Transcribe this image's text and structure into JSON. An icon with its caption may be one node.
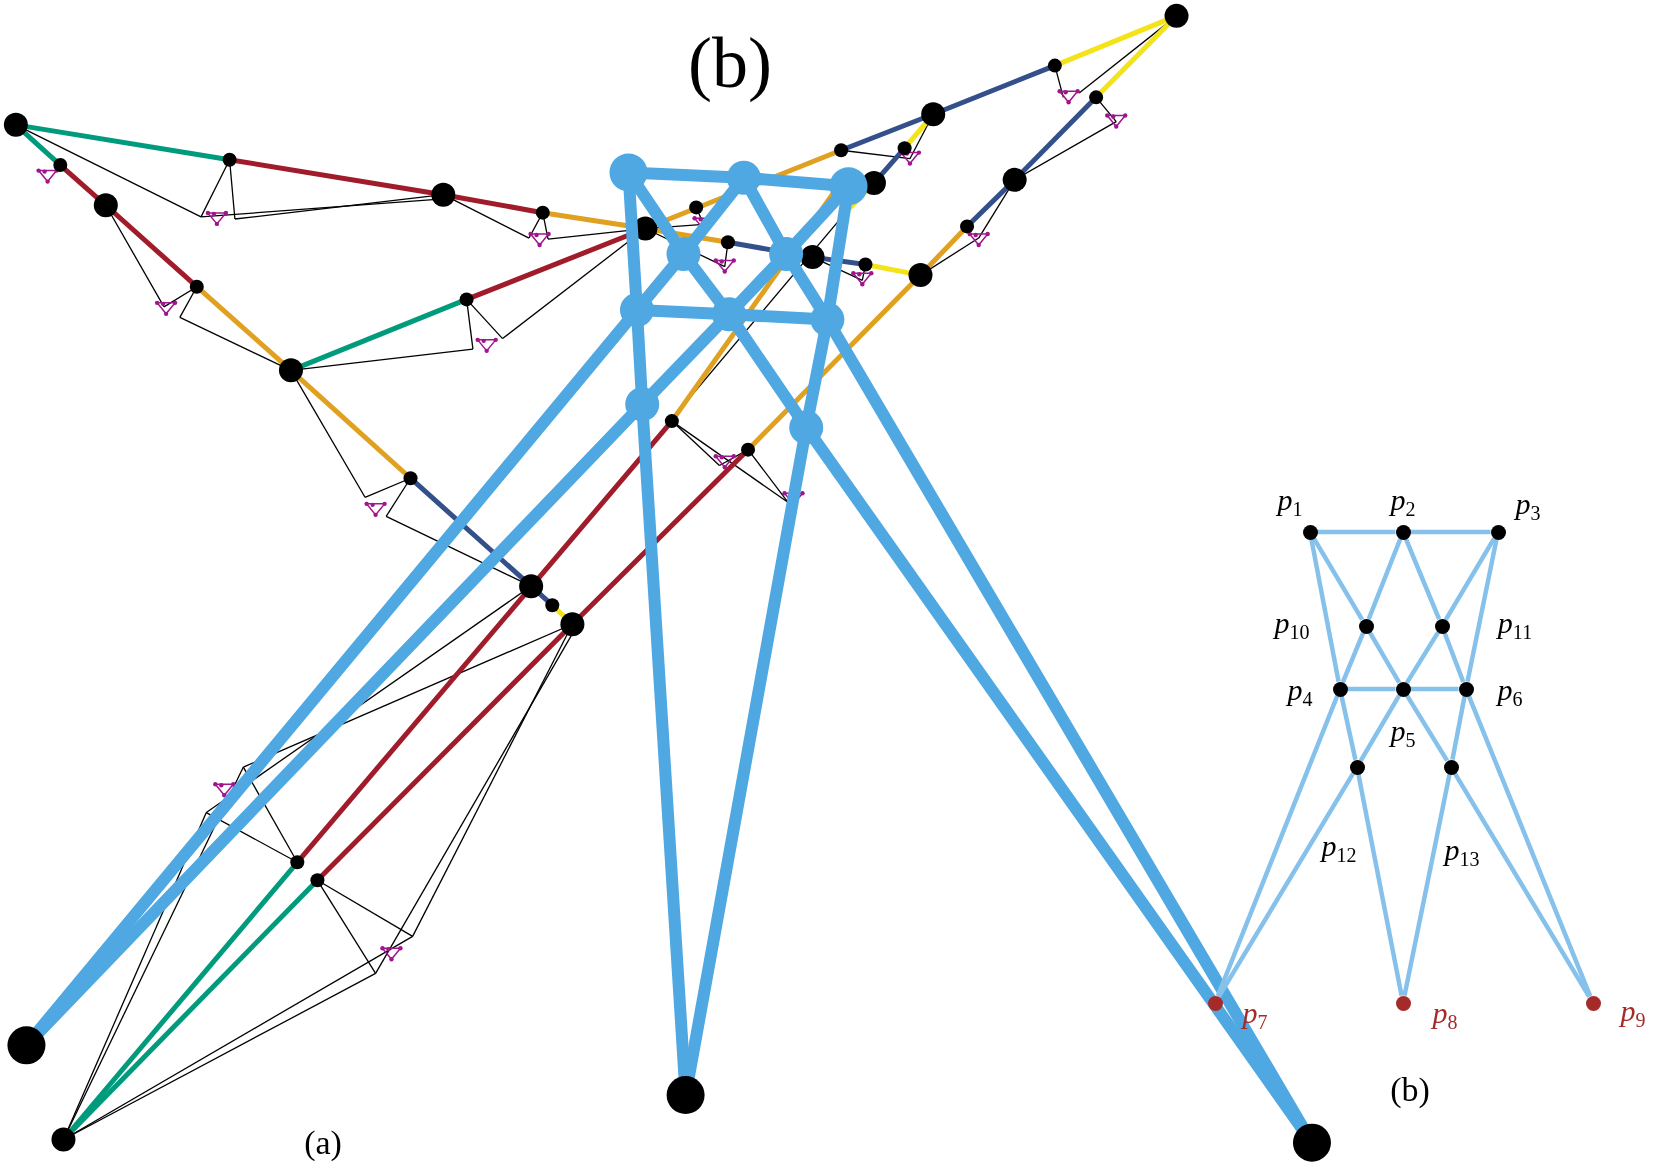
{
  "diagram": {
    "nodes": [
      {
        "text": [],
        "shape": "circle",
        "beside": [
          "*p*$_{1}$"
        ]
      },
      {
        "text": [],
        "shape": "circle",
        "beside": [
          "*p*$_{2}$"
        ]
      },
      {
        "text": [],
        "shape": "circle",
        "beside": [
          "*p*$_{3}$"
        ]
      },
      {
        "text": [],
        "shape": "circle",
        "beside": [
          "*p*$_{10}$"
        ]
      },
      {
        "text": [],
        "shape": "circle",
        "beside": [
          "*p*$_{11}$"
        ]
      },
      {
        "text": [],
        "shape": "circle",
        "beside": [
          "*p*$_{4}$"
        ]
      },
      {
        "text": [],
        "shape": "circle",
        "beside": [
          "*p*$_{5}$"
        ]
      },
      {
        "text": [],
        "shape": "circle",
        "beside": [
          "*p*$_{6}$"
        ]
      },
      {
        "text": [],
        "shape": "circle",
        "beside": [
          "*p*$_{12}$"
        ]
      },
      {
        "text": [],
        "shape": "circle",
        "beside": [
          "*p*$_{13}$"
        ]
      },
      {
        "text": [],
        "shape": "circle",
        "beside": [
          "*p*$_{7}$"
        ]
      },
      {
        "text": [],
        "shape": "circle",
        "beside": [
          "*p*$_{8}$"
        ]
      },
      {
        "text": [],
        "shape": "circle",
        "beside": [
          "*p*$_{9}$"
        ]
      }
    ],
    "edges": [
      {
        "from": 0,
        "to": 1,
        "arrow": "none"
      },
      {
        "from": 1,
        "to": 2,
        "arrow": "none"
      },
      {
        "from": 0,
        "to": 3,
        "arrow": "none"
      },
      {
        "from": 3,
        "to": 6,
        "arrow": "none"
      },
      {
        "from": 1,
        "to": 3,
        "arrow": "none"
      },
      {
        "from": 3,
        "to": 5,
        "arrow": "none"
      },
      {
        "from": 1,
        "to": 4,
        "arrow": "none"
      },
      {
        "from": 4,
        "to": 7,
        "arrow": "none"
      },
      {
        "from": 2,
        "to": 4,
        "arrow": "none"
      },
      {
        "from": 4,
        "to": 6,
        "arrow": "none"
      },
      {
        "from": 0,
        "to": 5,
        "arrow": "none"
      },
      {
        "from": 2,
        "to": 7,
        "arrow": "none"
      },
      {
        "from": 5,
        "to": 6,
        "arrow": "none"
      },
      {
        "from": 6,
        "to": 7,
        "arrow": "none"
      },
      {
        "from": 5,
        "to": 8,
        "arrow": "none"
      },
      {
        "from": 6,
        "to": 8,
        "arrow": "none"
      },
      {
        "from": 8,
        "to": 10,
        "arrow": "none"
      },
      {
        "from": 8,
        "to": 11,
        "arrow": "none"
      },
      {
        "from": 5,
        "to": 10,
        "arrow": "none"
      },
      {
        "from": 6,
        "to": 9,
        "arrow": "none"
      },
      {
        "from": 7,
        "to": 9,
        "arrow": "none"
      },
      {
        "from": 9,
        "to": 11,
        "arrow": "none"
      },
      {
        "from": 9,
        "to": 12,
        "arrow": "none"
      },
      {
        "from": 7,
        "to": 12,
        "arrow": "none"
      }
    ],
    "labels": [
      "(b)",
      "(a)",
      "(b)"
    ]
  }
}
